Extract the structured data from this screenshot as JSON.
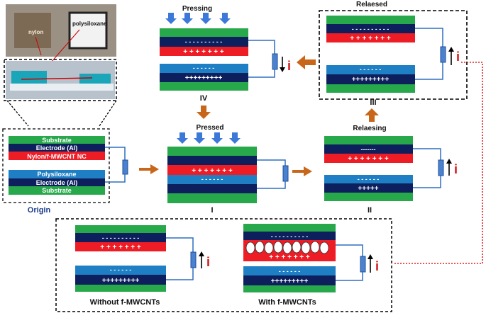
{
  "colors": {
    "green": "#27a84a",
    "navy": "#0d1f5c",
    "red": "#ee1c24",
    "blue": "#1f7fc4",
    "arrow_orange": "#c8661a",
    "press_blue": "#3b78d8",
    "wire": "#2f6fc0",
    "resistor": "#4a82d0",
    "current_red": "#d01818",
    "link_red": "#e02020",
    "title_navy": "#1a3a8a"
  },
  "photo": {
    "nylon_label": "nylon",
    "polysiloxane_label": "polysiloxane"
  },
  "origin": {
    "substrate_top": "Substrate",
    "electrode_top": "Electrode (Al)",
    "nylon_nc": "Nylon/f-MWCNT NC",
    "polysiloxane": "Polysiloxane",
    "electrode_bottom": "Electrode (Al)",
    "substrate_bottom": "Substrate",
    "caption": "Origin"
  },
  "stages": {
    "pressing": "Pressing",
    "pressing_numeral": "IV",
    "pressed": "Pressed",
    "pressed_numeral": "I",
    "releasing": "Relaesing",
    "releasing_numeral": "II",
    "released": "Relaesed",
    "released_numeral": "III"
  },
  "charges": {
    "neg8": "- - - - - - - - - -",
    "pos7": "+ + + + + + +",
    "neg6": "- - - - - -",
    "pos10": "+++++++++",
    "neg_short": "- - - - -",
    "pos5": "+++++",
    "neg_dash": "-------"
  },
  "current_symbol": "i",
  "compare": {
    "without_label": "Without f-MWCNTs",
    "with_label": "With f-MWCNTs"
  }
}
